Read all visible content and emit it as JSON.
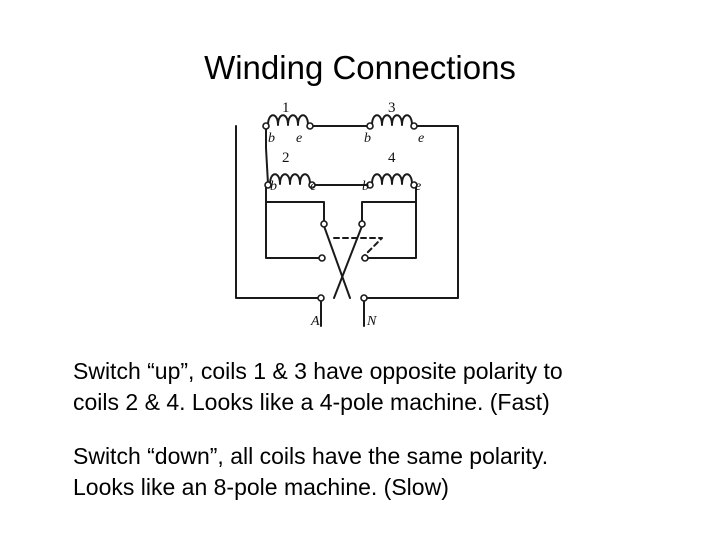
{
  "slide": {
    "title": "Winding Connections"
  },
  "diagram": {
    "coils": [
      {
        "number": "1",
        "start_label": "b",
        "end_label": "e"
      },
      {
        "number": "3",
        "start_label": "b",
        "end_label": "e"
      },
      {
        "number": "2",
        "start_label": "b",
        "end_label": "e"
      },
      {
        "number": "4",
        "start_label": "b",
        "end_label": "e"
      }
    ],
    "terminals": {
      "a": "A",
      "n": "N"
    }
  },
  "paragraphs": {
    "fast": {
      "line1": "Switch “up”, coils 1 & 3 have opposite polarity to",
      "line2": "coils 2 & 4.  Looks like a 4-pole machine. (Fast)"
    },
    "slow": {
      "line1": "Switch “down”, all coils have the same polarity.",
      "line2": "Looks like an 8-pole machine. (Slow)"
    }
  }
}
